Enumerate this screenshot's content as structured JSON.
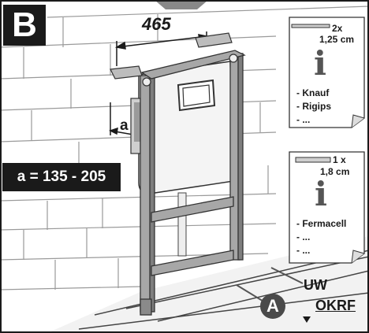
{
  "step": "B",
  "dimension": "465",
  "a_label": "a",
  "a_range": "a = 135 - 205",
  "callout": "A",
  "uw_label": "UW",
  "okrf_label": "OKRF",
  "note_top": {
    "qty": "2x",
    "thickness": "1,25 cm",
    "items": [
      "- Knauf",
      "- Rigips",
      "- ..."
    ]
  },
  "note_bottom": {
    "qty": "1 x",
    "thickness": "1,8 cm",
    "items": [
      "- Fermacell",
      "- ...",
      "- ..."
    ]
  },
  "colors": {
    "frame": "#a7a7a7",
    "wall": "#ffffff",
    "accent": "#1a1a1a",
    "floor": "#c8c8c8"
  }
}
